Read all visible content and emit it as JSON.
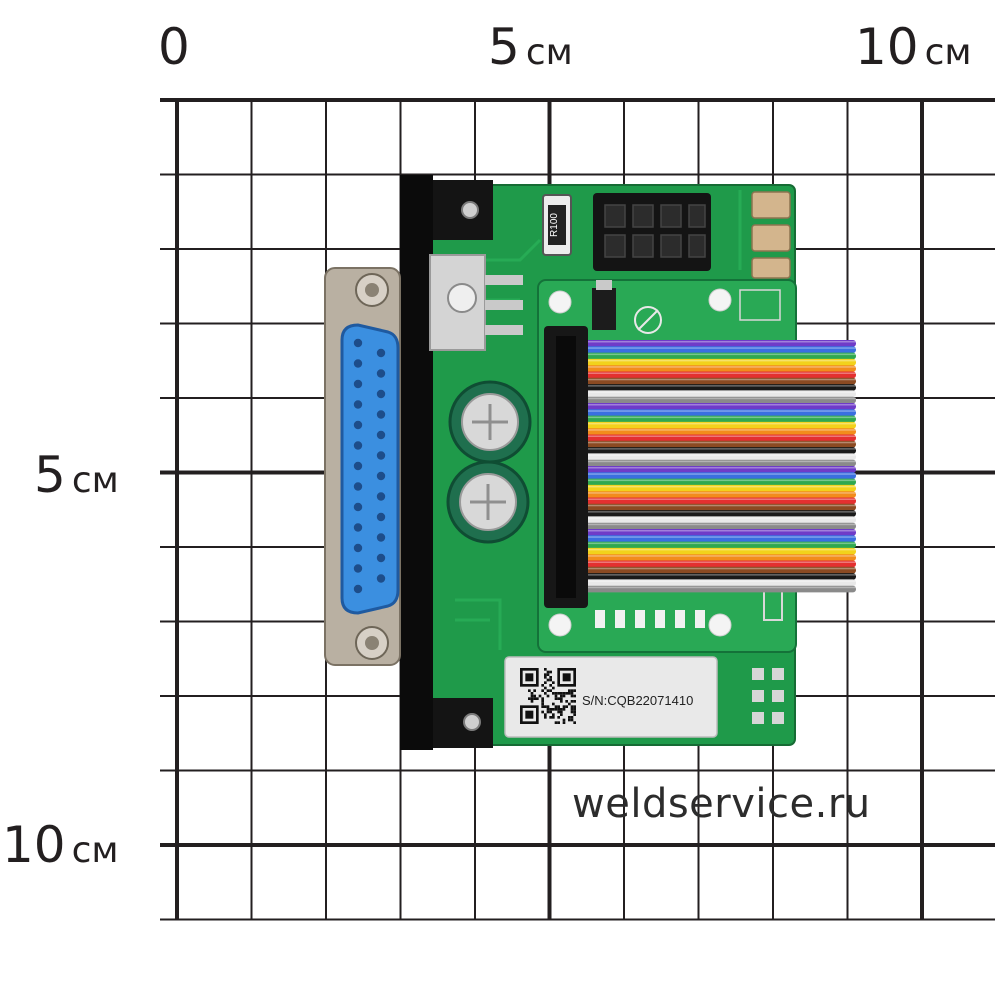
{
  "ruler": {
    "top": {
      "zero": {
        "num": "0",
        "unit": ""
      },
      "five": {
        "num": "5",
        "unit": "см"
      },
      "ten": {
        "num": "10",
        "unit": "см"
      }
    },
    "left": {
      "five": {
        "num": "5",
        "unit": "см"
      },
      "ten": {
        "num": "10",
        "unit": "см"
      }
    }
  },
  "board": {
    "serial_label": "S/N:CQB22071410",
    "resistor_marking": "R100",
    "ribbon_colors": [
      "#6f3cc8",
      "#3a6fe0",
      "#2fa84f",
      "#f2d21b",
      "#f28c1c",
      "#e43030",
      "#8b4a22",
      "#1a1a1a",
      "#e9e9e9",
      "#8a8a8a"
    ],
    "pcb_color": "#1f9a4a",
    "connector_color": "#3b8fe0"
  },
  "watermark": "weldservice.ru"
}
